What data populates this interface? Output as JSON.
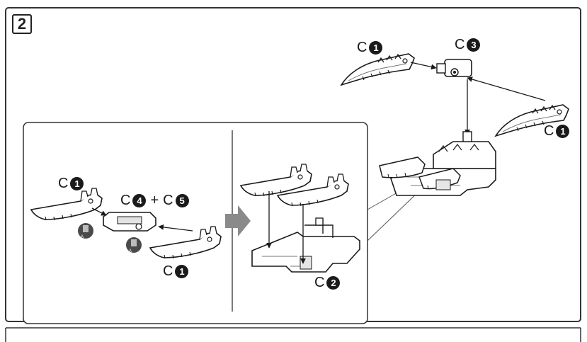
{
  "step": {
    "number": "2"
  },
  "labels": {
    "top_left_part": {
      "letter": "C",
      "num": "1"
    },
    "top_center_part": {
      "letter": "C",
      "num": "3"
    },
    "top_right_part": {
      "letter": "C",
      "num": "1"
    },
    "inset_left_top": {
      "letter": "C",
      "num": "1"
    },
    "inset_left_mid_a": {
      "letter": "C",
      "num": "4"
    },
    "inset_left_mid_plus": "+",
    "inset_left_mid_b": {
      "letter": "C",
      "num": "5"
    },
    "inset_left_bottom": {
      "letter": "C",
      "num": "1"
    },
    "inset_right_bottom": {
      "letter": "C",
      "num": "2"
    }
  },
  "colors": {
    "line": "#1a1a1a",
    "part_fill": "#ffffff",
    "part_shade": "#cfcfcf",
    "arrow_gray": "#8a8a8a",
    "frame": "#333333"
  },
  "icons": [
    "claw-blade-icon",
    "connector-block-icon",
    "claw-assembly-icon",
    "gate-mark-icon",
    "next-step-arrow-icon"
  ]
}
